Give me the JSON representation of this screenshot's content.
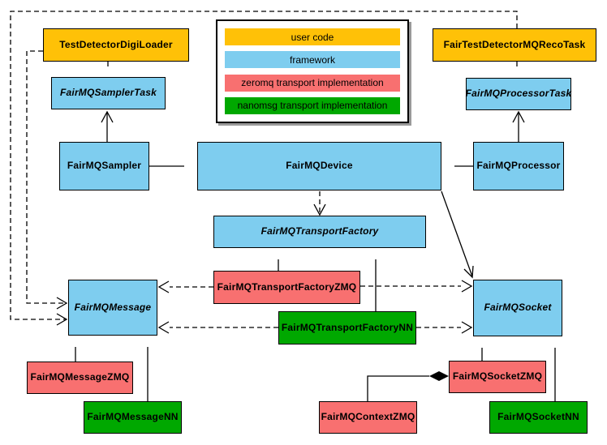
{
  "palette": {
    "user_code": "#FFC107",
    "framework": "#7ECDEF",
    "zeromq": "#F87070",
    "nanomsg": "#00A800"
  },
  "legend": {
    "items": [
      {
        "label": "user code",
        "category": "user_code"
      },
      {
        "label": "framework",
        "category": "framework"
      },
      {
        "label": "zeromq transport implementation",
        "category": "zeromq"
      },
      {
        "label": "nanomsg transport implementation",
        "category": "nanomsg"
      }
    ]
  },
  "nodes": {
    "testDetectorDigiLoader": {
      "label": "TestDetectorDigiLoader"
    },
    "fairTestDetectorMQRecoTask": {
      "label": "FairTestDetectorMQRecoTask"
    },
    "fairMQSamplerTask": {
      "label": "FairMQSamplerTask"
    },
    "fairMQProcessorTask": {
      "label": "FairMQProcessorTask"
    },
    "fairMQSampler": {
      "label": "FairMQSampler"
    },
    "fairMQDevice": {
      "label": "FairMQDevice"
    },
    "fairMQProcessor": {
      "label": "FairMQProcessor"
    },
    "fairMQTransportFactory": {
      "label": "FairMQTransportFactory"
    },
    "fairMQTransportFactoryZMQ": {
      "label": "FairMQTransportFactoryZMQ"
    },
    "fairMQTransportFactoryNN": {
      "label": "FairMQTransportFactoryNN"
    },
    "fairMQMessage": {
      "label": "FairMQMessage"
    },
    "fairMQSocket": {
      "label": "FairMQSocket"
    },
    "fairMQMessageZMQ": {
      "label": "FairMQMessageZMQ"
    },
    "fairMQMessageNN": {
      "label": "FairMQMessageNN"
    },
    "fairMQContextZMQ": {
      "label": "FairMQContextZMQ"
    },
    "fairMQSocketZMQ": {
      "label": "FairMQSocketZMQ"
    },
    "fairMQSocketNN": {
      "label": "FairMQSocketNN"
    }
  }
}
